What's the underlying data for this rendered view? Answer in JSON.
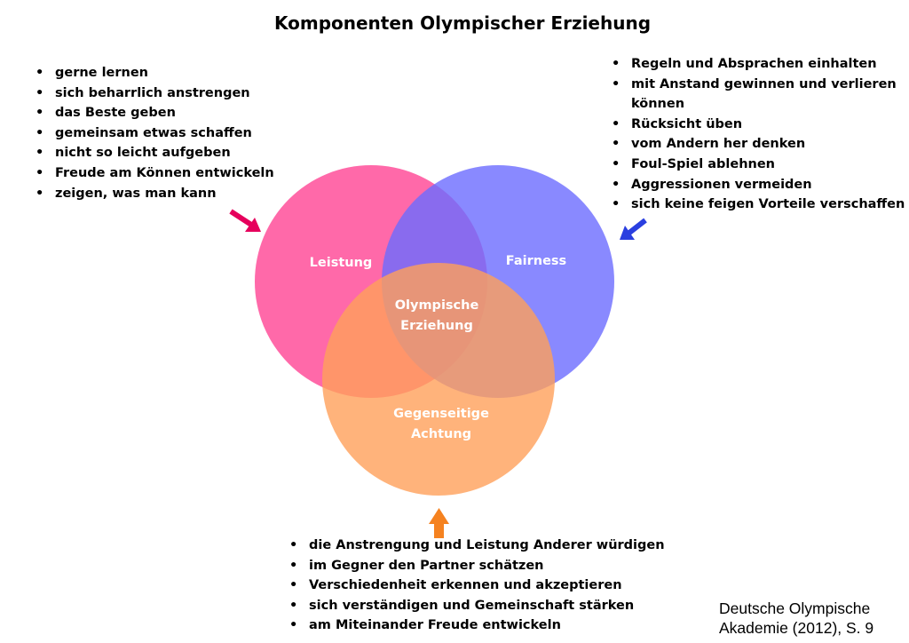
{
  "title": "Komponenten Olympischer Erziehung",
  "diagram": {
    "type": "venn",
    "colors": {
      "leistung": "#ff4f9a",
      "fairness": "#6b6bff",
      "achtung": "#ffa05a",
      "arrow_leistung": "#e6005c",
      "arrow_fairness": "#2a3fe0",
      "arrow_achtung": "#f58220"
    },
    "circles": {
      "leistung": "Leistung",
      "fairness": "Fairness",
      "achtung_line1": "Gegenseitige",
      "achtung_line2": "Achtung"
    },
    "center_line1": "Olympische",
    "center_line2": "Erziehung"
  },
  "leistung_items": [
    "gerne lernen",
    "sich beharrlich anstrengen",
    "das Beste geben",
    "gemeinsam etwas schaffen",
    "nicht so leicht aufgeben",
    "Freude am Können entwickeln",
    "zeigen, was man kann"
  ],
  "fairness_items": [
    "Regeln und Absprachen einhalten",
    "mit Anstand gewinnen und verlieren können",
    "Rücksicht üben",
    "vom Andern her denken",
    "Foul-Spiel ablehnen",
    "Aggressionen vermeiden",
    "sich keine feigen Vorteile verschaffen"
  ],
  "achtung_items": [
    "die Anstrengung und Leistung Anderer würdigen",
    "im Gegner den Partner schätzen",
    "Verschiedenheit erkennen und akzeptieren",
    "sich verständigen und Gemeinschaft stärken",
    "am Miteinander Freude entwickeln"
  ],
  "citation": {
    "line1": "Deutsche Olympische",
    "line2": "Akademie (2012), S. 9"
  }
}
